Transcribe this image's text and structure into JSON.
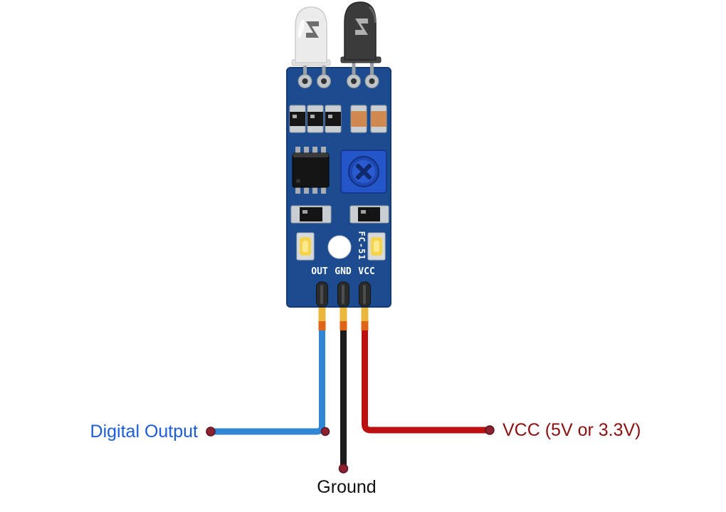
{
  "module": {
    "silkscreen_label": "FC-51",
    "board_color": "#1d4b8f",
    "potentiometer_color": "#2456c9"
  },
  "pins": [
    {
      "name": "OUT",
      "wire_color": "#2f86d4",
      "label": "Digital Output",
      "label_color": "#1d5cd9"
    },
    {
      "name": "GND",
      "wire_color": "#1c1c1c",
      "label": "Ground",
      "label_color": "#111111"
    },
    {
      "name": "VCC",
      "wire_color": "#bb0f10",
      "label": "VCC (5V or 3.3V)",
      "label_color": "#8b1111"
    }
  ]
}
